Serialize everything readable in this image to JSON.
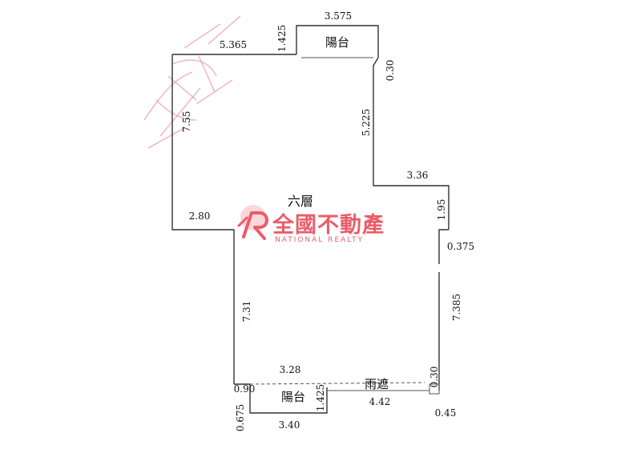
{
  "floor_label": "六層",
  "rooms": {
    "balcony_top": "陽台",
    "balcony_bottom": "陽台",
    "canopy": "雨遮"
  },
  "dimensions": {
    "top_width": "3.575",
    "top_left_wall": "5.365",
    "top_balcony_depth": "1.425",
    "right_step_small": "0.30",
    "left_upper_height": "7.55",
    "right_upper_height": "5.225",
    "right_step_width": "3.36",
    "left_step_width": "2.80",
    "right_step_height": "1.95",
    "right_small": "0.375",
    "left_lower_height": "7.31",
    "right_lower_height": "7.385",
    "bottom_inner_width": "3.28",
    "left_bottom_small": "0.90",
    "bottom_balcony_depth": "1.425",
    "right_bottom_small": "0.30",
    "canopy_width": "4.42",
    "bottom_left_small": "0.675",
    "bottom_balcony_width": "3.40",
    "bottom_right_small": "0.45"
  },
  "watermark": {
    "brand_cn": "全國不動產",
    "brand_en": "NATIONAL REALTY",
    "brand_color": "#e53a4a"
  }
}
